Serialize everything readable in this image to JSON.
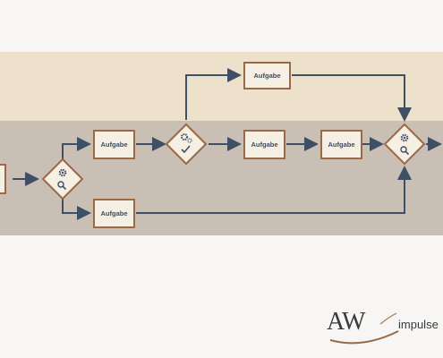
{
  "tasks": {
    "upper": "Aufgabe",
    "middle_first": "Aufgabe",
    "middle_second": "Aufgabe",
    "middle_third": "Aufgabe",
    "lower": "Aufgabe"
  },
  "logo": {
    "brand": "AW",
    "suffix": "impulse"
  },
  "colors": {
    "lane_top": "#ede1cb",
    "lane_main": "#c9bfb4",
    "task_border": "#9a6a47",
    "arrow": "#3f4f66"
  },
  "icons": [
    "gear-icon",
    "magnifier-icon",
    "checkmark-icon"
  ]
}
